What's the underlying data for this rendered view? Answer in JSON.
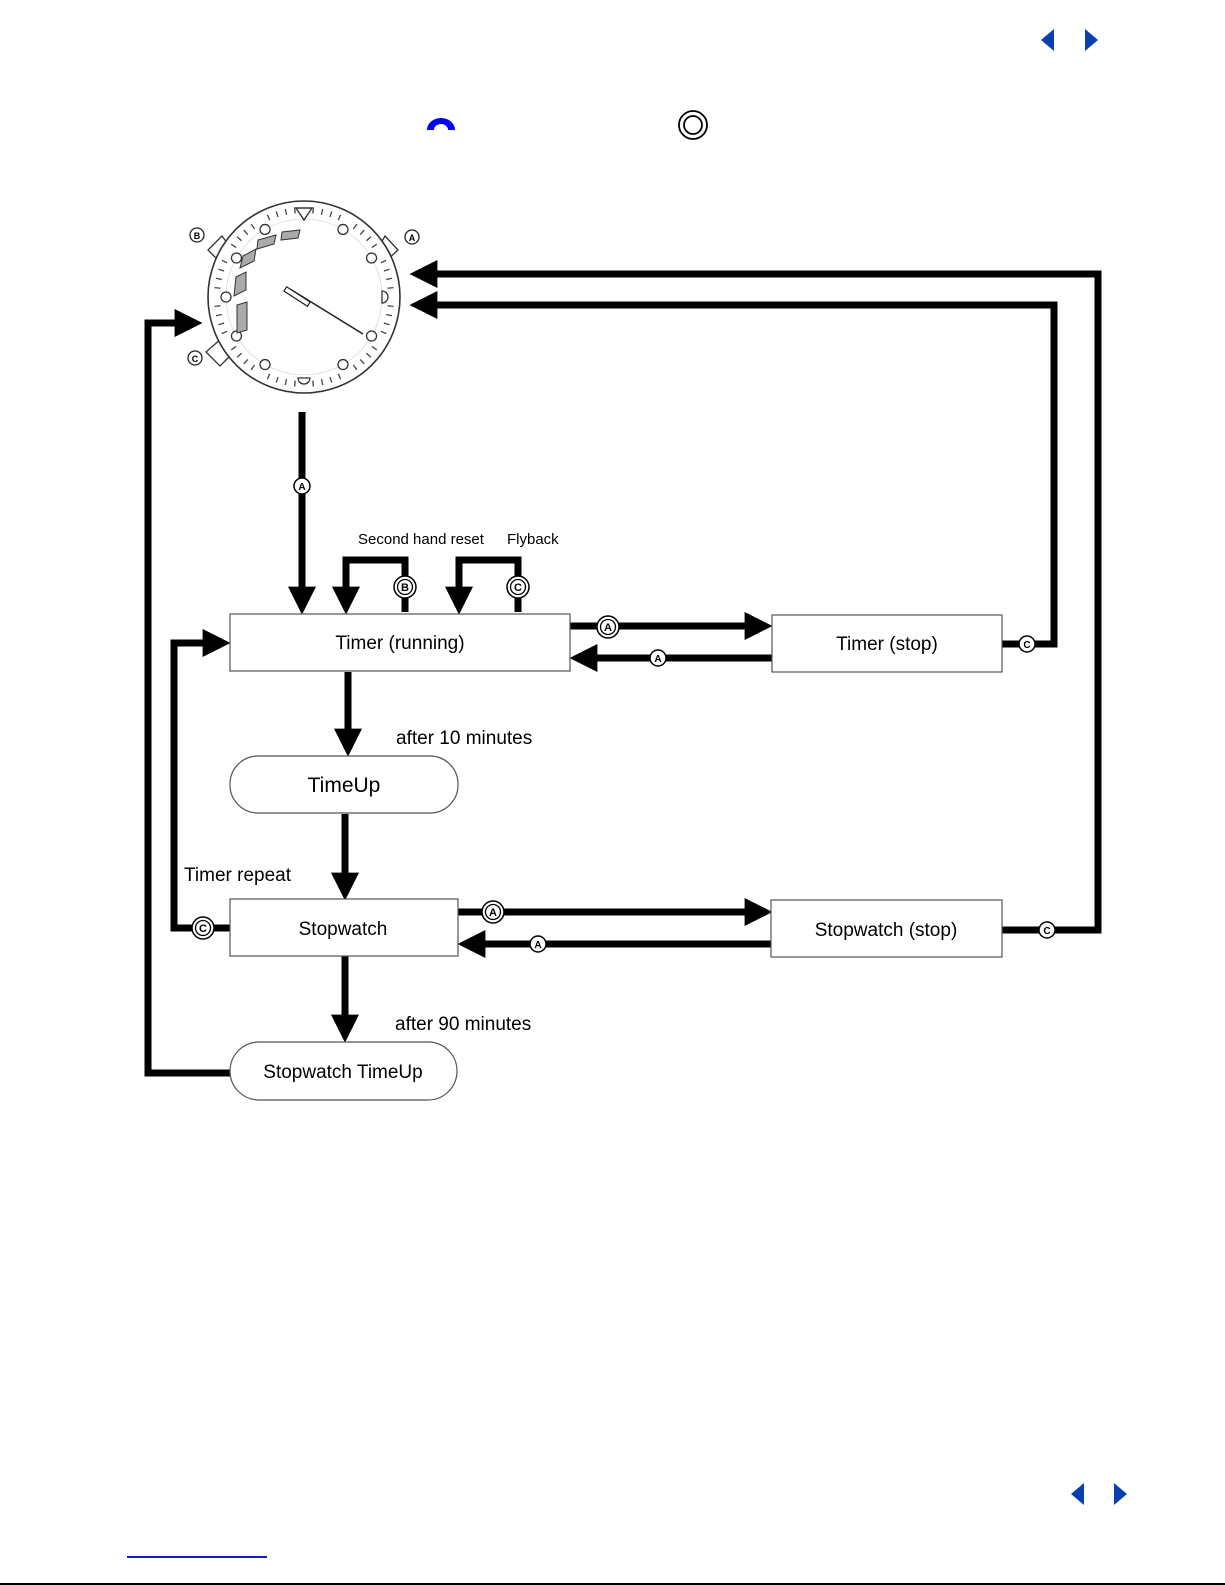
{
  "navigation": {
    "top_prev_icon": "triangle-left-icon",
    "top_next_icon": "triangle-right-icon",
    "bottom_prev_icon": "triangle-left-icon",
    "bottom_next_icon": "triangle-right-icon",
    "color": "#0a3fb0"
  },
  "header_icons": {
    "crown_icon": "blue-arch-icon",
    "button_icon": "double-circle-icon",
    "crown_color": "#0000ff"
  },
  "diagram": {
    "buttons": {
      "a": "A",
      "b": "B",
      "c": "C"
    },
    "nodes": {
      "timer_running": "Timer (running)",
      "timer_stop": "Timer (stop)",
      "timeup": "TimeUp",
      "stopwatch": "Stopwatch",
      "stopwatch_stop": "Stopwatch (stop)",
      "stopwatch_timeup": "Stopwatch TimeUp"
    },
    "labels": {
      "second_hand_reset": "Second hand reset",
      "flyback": "Flyback",
      "after_10": "after 10 minutes",
      "after_90": "after 90 minutes",
      "timer_repeat": "Timer repeat"
    }
  }
}
